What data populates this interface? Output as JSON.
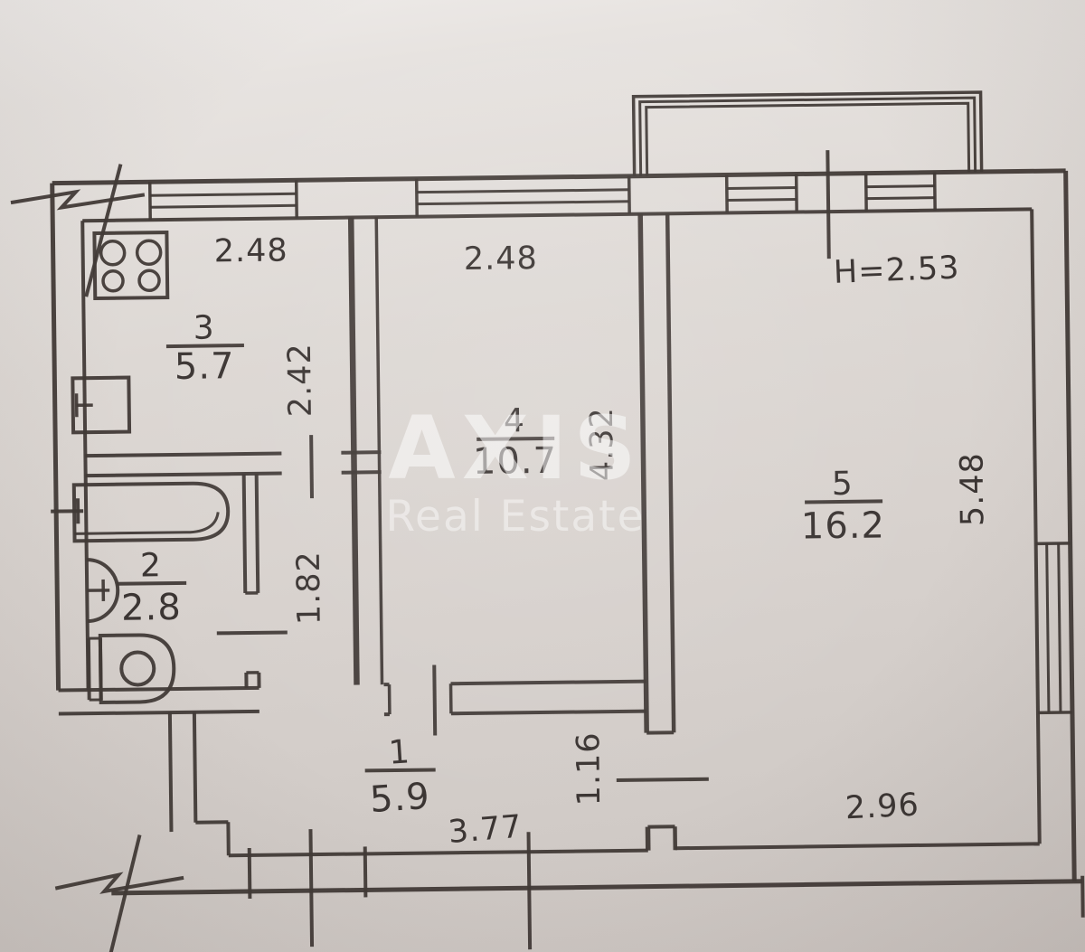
{
  "watermark": {
    "brand": "AXIS",
    "subtitle": "Real Estate"
  },
  "plan": {
    "ceiling_height": "H=2.53",
    "rooms": {
      "kitchen": {
        "number": "3",
        "area": "5.7"
      },
      "bathroom": {
        "number": "2",
        "area": "2.8"
      },
      "room4": {
        "number": "4",
        "area": "10.7"
      },
      "room5": {
        "number": "5",
        "area": "16.2"
      },
      "hallway": {
        "number": "1",
        "area": "5.9"
      }
    },
    "dims": {
      "kitchen_w": "2.48",
      "kitchen_d": "2.42",
      "room4_w": "2.48",
      "room4_d": "4.32",
      "room5_d": "5.48",
      "room5_w": "2.96",
      "corridor_d": "1.82",
      "hall_w": "3.77",
      "hall_d": "1.16"
    }
  }
}
